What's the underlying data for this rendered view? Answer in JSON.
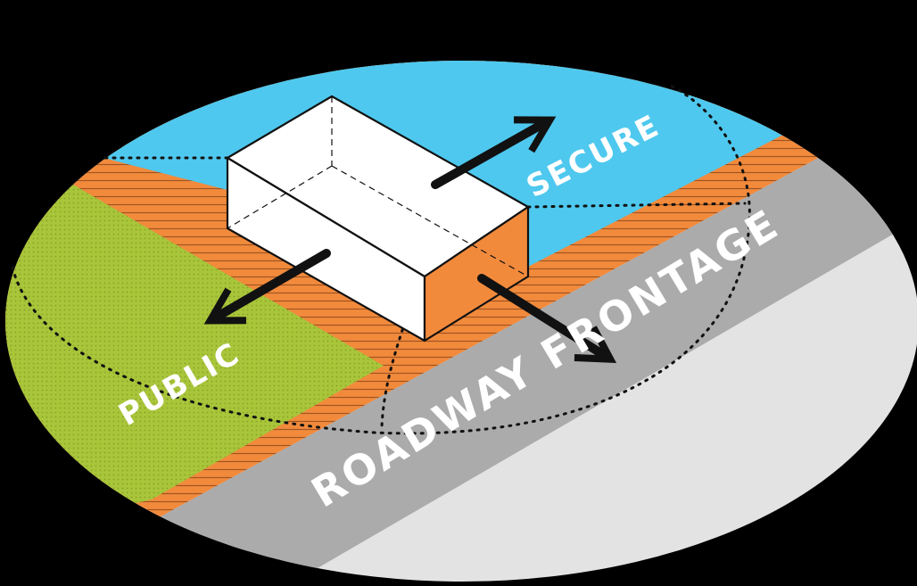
{
  "labels": {
    "public": "PUBLIC",
    "secure": "SECURE",
    "roadway": "ROADWAY FRONTAGE"
  },
  "colors": {
    "background": "#000000",
    "secure_zone": "#4ec8ee",
    "public_zone": "#a9c53a",
    "buffer_strip": "#f28a3c",
    "roadway": "#ababab",
    "far_side": "#e3e3e3",
    "building_front": "#ffffff",
    "building_side": "#f28a3c",
    "arrows": "#111111",
    "label_text": "#ffffff"
  }
}
